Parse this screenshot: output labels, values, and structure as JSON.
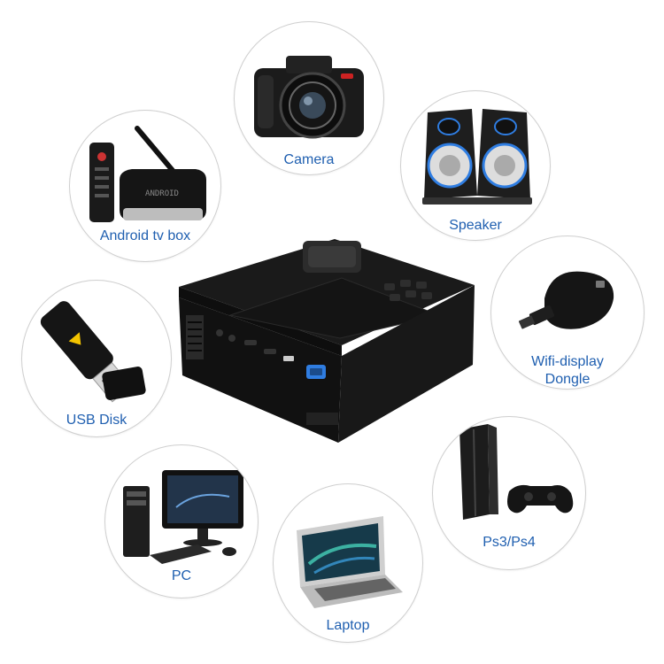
{
  "devices": {
    "camera": {
      "label": "Camera",
      "icon": "camera-icon"
    },
    "speaker": {
      "label": "Speaker",
      "icon": "speaker-icon"
    },
    "android": {
      "label": "Android tv box",
      "icon": "android-tv-box-icon"
    },
    "dongle": {
      "label_line1": "Wifi-display",
      "label_line2": "Dongle",
      "icon": "wifi-dongle-icon"
    },
    "usb": {
      "label": "USB Disk",
      "icon": "usb-disk-icon"
    },
    "ps": {
      "label": "Ps3/Ps4",
      "icon": "game-console-icon"
    },
    "pc": {
      "label": "PC",
      "icon": "desktop-pc-icon"
    },
    "laptop": {
      "label": "Laptop",
      "icon": "laptop-icon"
    }
  },
  "colors": {
    "label": "#1f5fb0",
    "circle_border": "#cfcfcf",
    "projector": "#141414",
    "accent_blue": "#2f7de1"
  }
}
